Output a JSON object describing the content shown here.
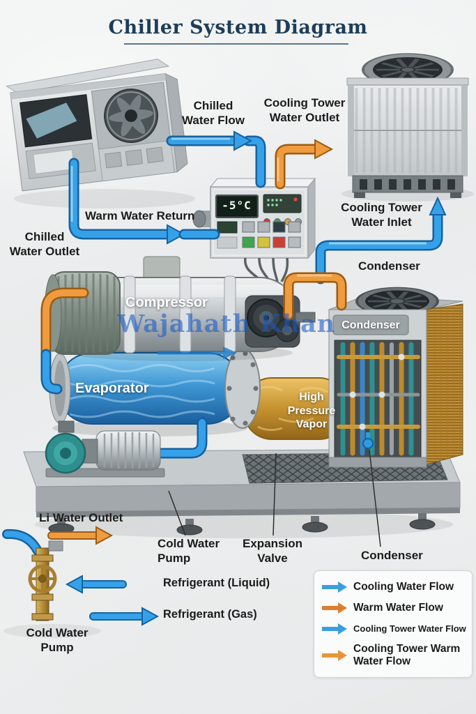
{
  "title": "Chiller System Diagram",
  "watermark": "Wajahath Khan",
  "control_panel": {
    "display_value": "-5°C"
  },
  "labels": {
    "chilled_water_flow": "Chilled\nWater Flow",
    "cooling_tower_water_outlet": "Cooling Tower\nWater Outlet",
    "warm_water_return": "Warm Water Return",
    "cooling_tower_water_inlet": "Cooling Tower\nWater Inlet",
    "chilled_water_outlet": "Chilled\nWater Outlet",
    "condenser_top": "Condenser",
    "compressor": "Compressor",
    "condenser_unit": "Condenser",
    "evaporator": "Evaporator",
    "high_pressure_vapor": "High Pressure\nVapor",
    "water_outlet": "Li Water Outlet",
    "cold_water_pump_mid": "Cold Water\nPump",
    "expansion_valve": "Expansion\nValve",
    "condenser_bottom": "Condenser",
    "refrigerant_liquid": "Refrigerant (Liquid)",
    "refrigerant_gas": "Refrigerant (Gas)",
    "cold_water_pump_bottom": "Cold Water\nPump"
  },
  "legend": {
    "items": [
      {
        "label": "Cooling Water Flow",
        "color": "#3a9ede"
      },
      {
        "label": "Warm Water Flow",
        "color": "#dd7e2e"
      },
      {
        "label": "Cooling Tower Water Flow",
        "color": "#3a9ede"
      },
      {
        "label": "Cooling Tower Warm\nWater Flow",
        "color": "#e6953c"
      }
    ]
  },
  "colors": {
    "cool_pipe": "#36a1e8",
    "warm_pipe": "#ef9b3f",
    "title_text": "#1d3d57"
  }
}
